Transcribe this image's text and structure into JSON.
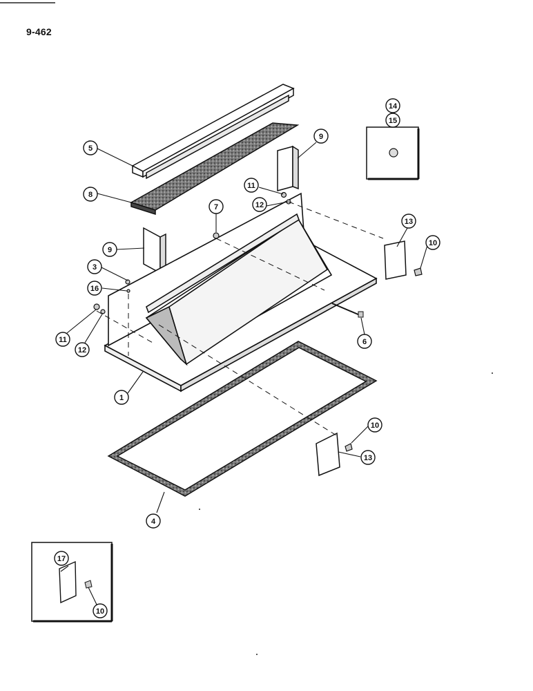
{
  "page_number": "9-462",
  "callouts": {
    "c1": "1",
    "c3": "3",
    "c4": "4",
    "c5": "5",
    "c6": "6",
    "c7": "7",
    "c8": "8",
    "c9a": "9",
    "c9b": "9",
    "c10a": "10",
    "c10b": "10",
    "c10c": "10",
    "c11a": "11",
    "c11b": "11",
    "c12a": "12",
    "c12b": "12",
    "c13a": "13",
    "c13b": "13",
    "c14": "14",
    "c15": "15",
    "c16": "16",
    "c17": "17"
  },
  "colors": {
    "line": "#111111",
    "filter_fill": "#6e6e6e",
    "paper": "#ffffff"
  }
}
